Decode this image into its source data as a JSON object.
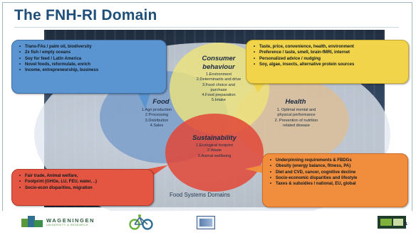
{
  "title": "The FNH-RI Domain",
  "circles": {
    "food": {
      "title": "Food",
      "items": [
        "1.Agri production",
        "2.Processing",
        "3.Distribution",
        "4.Sales"
      ]
    },
    "consumer": {
      "title_line1": "Consumer",
      "title_line2": "behaviour",
      "items": [
        "1.Environment",
        "2.Determinants and drive",
        "3.Food choice and",
        "purchase",
        "4.Food preparation",
        "5.Intake"
      ]
    },
    "health": {
      "title": "Health",
      "items": [
        "1. Optimal mental and",
        "physical performance",
        "2. Prevention of nutrition",
        "related disease"
      ]
    },
    "sustainability": {
      "title": "Sustainability",
      "items": [
        "1.Ecological footprint",
        "2.Waste",
        "3.Animal wellbeing"
      ]
    }
  },
  "food_systems_label": "Food Systems Domains",
  "boxes": {
    "blue": [
      "Trans-FAs / palm oil, biodiversity",
      "2x fish / empty oceans",
      "Soy for feed / Latin America",
      "Novel foods, reformulate, enrich",
      "Income, entrepreneurship, business"
    ],
    "yellow": [
      "Taste, price, convenience, health, environment",
      "Preference / taste, smell, brain-fMRI, internet",
      "Personalized advice / nudging",
      "Soy, algae, insects, alternative protein sources"
    ],
    "red": [
      "Fair trade, Animal welfare,",
      "Footprint (GHGe, LU, FEU, water, ..)",
      "Socio-econ disparities, migration"
    ],
    "orange": [
      "Underpinning requirements & FBDGs",
      "Obesity (energy balance, fitness, PA)",
      "Diet and CVD, cancer, cognitive decline",
      "Socio-economic disparities and lifestyle",
      "Taxes & subsidies / national, EU, global"
    ]
  },
  "footer": {
    "logo_name": "WAGENINGEN",
    "logo_sub": "UNIVERSITY & RESEARCH",
    "page": "21"
  },
  "colors": {
    "title": "#1f4e79",
    "blue_box": "#5b95d1",
    "yellow_box": "#f1d44a",
    "red_box": "#e45641",
    "orange_box": "#f08e3d"
  }
}
